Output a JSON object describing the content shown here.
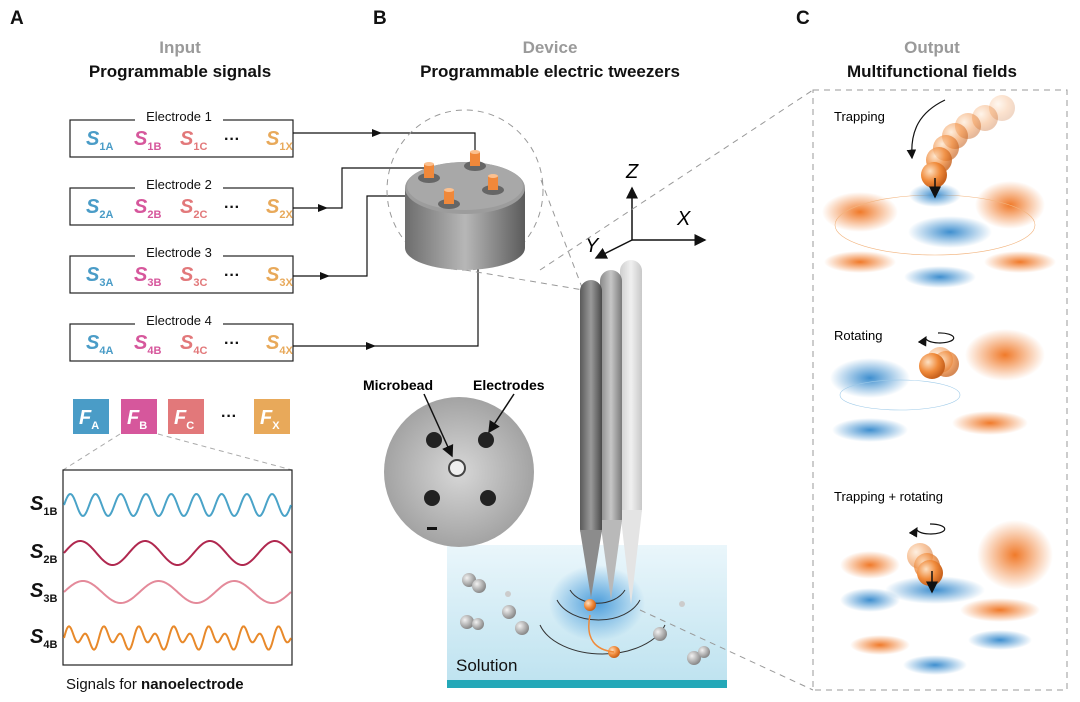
{
  "panels": {
    "a": {
      "letter": "A",
      "heading": "Input",
      "subheading": "Programmable signals"
    },
    "b": {
      "letter": "B",
      "heading": "Device",
      "subheading": "Programmable electric tweezers"
    },
    "c": {
      "letter": "C",
      "heading": "Output",
      "subheading": "Multifunctional fields"
    }
  },
  "electrodes": [
    {
      "label": "Electrode 1",
      "num": "1"
    },
    {
      "label": "Electrode 2",
      "num": "2"
    },
    {
      "label": "Electrode 3",
      "num": "3"
    },
    {
      "label": "Electrode 4",
      "num": "4"
    }
  ],
  "signal_letters": [
    "A",
    "B",
    "C",
    "X"
  ],
  "signal_symbol": "S",
  "freq_symbol": "F",
  "ellipsis": "···",
  "colors": {
    "A": "#4a9cc7",
    "B": "#d6579c",
    "C": "#e2787a",
    "X": "#e8a95a",
    "wave1": "#4aa3c8",
    "wave2": "#b0284f",
    "wave3": "#e48a9a",
    "wave4": "#e8892a",
    "orange": "#f08a3a",
    "blue": "#4f9fd6"
  },
  "waveforms": {
    "labels": [
      "1B",
      "2B",
      "3B",
      "4B"
    ],
    "caption_prefix": "Signals for ",
    "caption_bold": "nanoelectrode"
  },
  "device": {
    "axes": {
      "z": "Z",
      "x": "X",
      "y": "Y"
    },
    "microbead_label": "Microbead",
    "electrodes_label": "Electrodes",
    "solution_label": "Solution"
  },
  "outputs": [
    {
      "label": "Trapping"
    },
    {
      "label": "Rotating"
    },
    {
      "label": "Trapping + rotating"
    }
  ]
}
